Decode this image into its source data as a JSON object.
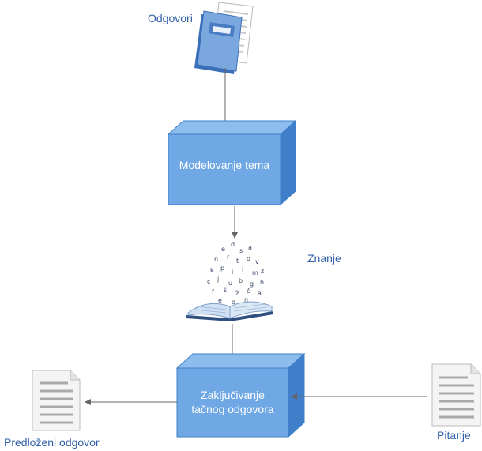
{
  "nodes": {
    "answers": {
      "label": "Odgovori"
    },
    "topic_modeling": {
      "label": "Modelovanje tema"
    },
    "knowledge": {
      "label": "Znanje"
    },
    "inference": {
      "line1": "Zaključivanje",
      "line2": "tačnog odgovora"
    },
    "proposed_answer": {
      "label": "Predloženi odgovor"
    },
    "question": {
      "label": "Pitanje"
    }
  },
  "colors": {
    "box_front": "#6fa8e4",
    "box_top": "#8dbdee",
    "box_side": "#3f7fc9",
    "arrow": "#666666",
    "label": "#2f5ea8"
  },
  "icons": {
    "answers": "folder-documents-icon",
    "knowledge": "open-book-letters-icon",
    "proposed_answer": "document-icon",
    "question": "document-icon"
  }
}
